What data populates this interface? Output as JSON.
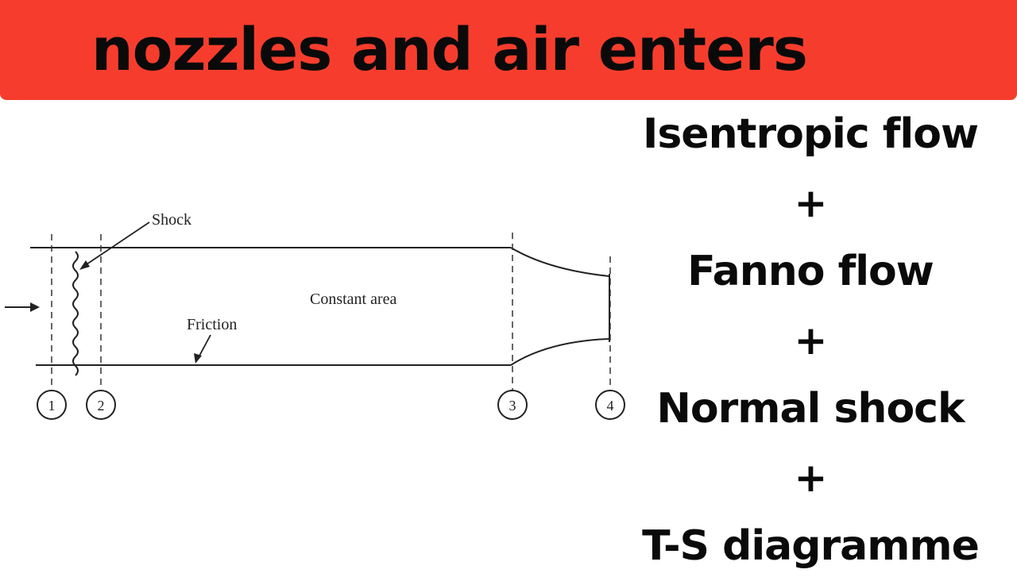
{
  "banner": {
    "title": "nozzles and air enters",
    "color": "#f63d2d"
  },
  "topics": [
    "Isentropic flow",
    "+",
    "Fanno flow",
    "+",
    "Normal shock",
    "+",
    "T-S diagramme"
  ],
  "diagram": {
    "shock_label": "Shock",
    "area_label": "Constant area",
    "friction_label": "Friction",
    "stations": [
      "1",
      "2",
      "3",
      "4"
    ]
  }
}
